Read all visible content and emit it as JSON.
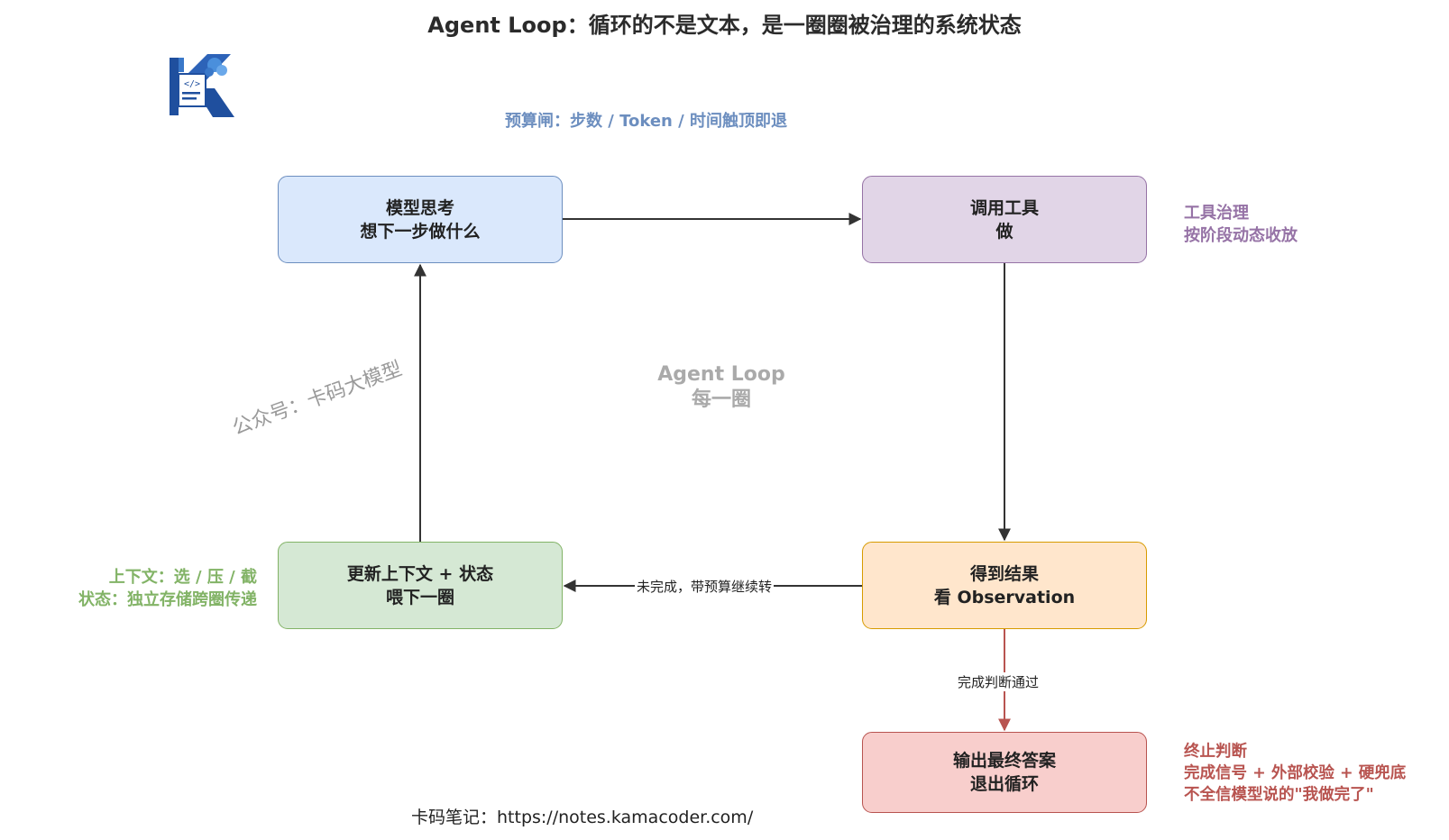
{
  "title": "Agent Loop：循环的不是文本，是一圈圈被治理的系统状态",
  "nodes": {
    "think": {
      "line1": "模型思考",
      "line2": "想下一步做什么"
    },
    "tool": {
      "line1": "调用工具",
      "line2": "做"
    },
    "obs": {
      "line1": "得到结果",
      "line2": "看 Observation"
    },
    "update": {
      "line1": "更新上下文 + 状态",
      "line2": "喂下一圈"
    },
    "output": {
      "line1": "输出最终答案",
      "line2": "退出循环"
    }
  },
  "notes": {
    "budget": "预算闸：步数 / Token / 时间触顶即退",
    "tool": {
      "line1": "工具治理",
      "line2": "按阶段动态收放"
    },
    "context": {
      "line1": "上下文：选 / 压 / 截",
      "line2": "状态：独立存储跨圈传递"
    },
    "stop": {
      "line1": "终止判断",
      "line2": "完成信号 + 外部校验 + 硬兜底",
      "line3": "不全信模型说的\"我做完了\""
    }
  },
  "center": {
    "line1": "Agent Loop",
    "line2": "每一圈"
  },
  "edge_labels": {
    "continue": "未完成，带预算继续转",
    "done": "完成判断通过"
  },
  "watermark": "公众号：卡码大模型",
  "footer": "卡码笔记：https://notes.kamacoder.com/",
  "colors": {
    "think_fill": "#dae8fc",
    "tool_fill": "#e1d5e7",
    "obs_fill": "#ffe6cc",
    "update_fill": "#d5e8d4",
    "output_fill": "#f8cecc",
    "edge": "#333333",
    "exit_edge": "#b85450"
  }
}
